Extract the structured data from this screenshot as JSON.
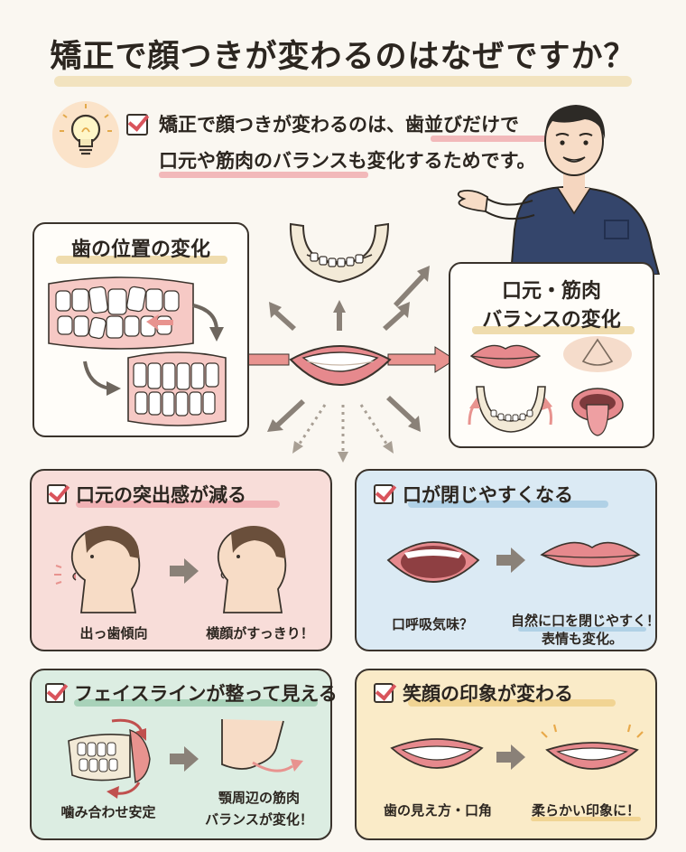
{
  "title": "矯正で顔つきが変わるのはなぜですか？",
  "intro": {
    "line1": "矯正で顔つきが変わるのは、歯並びだけで",
    "line2": "口元や筋肉のバランスも変化するためです。"
  },
  "teeth_box": {
    "title": "歯の位置の変化"
  },
  "muscle_box": {
    "title_line1": "口元・筋肉",
    "title_line2": "バランスの変化"
  },
  "panels": {
    "mouth": {
      "title": "口元の突出感が減る",
      "before": "出っ歯傾向",
      "after": "横顔がすっきり！"
    },
    "close": {
      "title": "口が閉じやすくなる",
      "before": "口呼吸気味？",
      "after_line1": "自然に口を閉じやすく！",
      "after_line2": "表情も変化。"
    },
    "face": {
      "title": "フェイスラインが整って見える",
      "before": "噛み合わせ安定",
      "after_line1": "顎周辺の筋肉",
      "after_line2": "バランスが変化！"
    },
    "smile": {
      "title": "笑顔の印象が変わる",
      "before": "歯の見え方・口角",
      "after": "柔らかい印象に！"
    }
  },
  "colors": {
    "arrow_pink": "#e8938f",
    "arrow_gray": "#8a8178",
    "lip": "#e6898d",
    "scrubs": "#34456b"
  }
}
